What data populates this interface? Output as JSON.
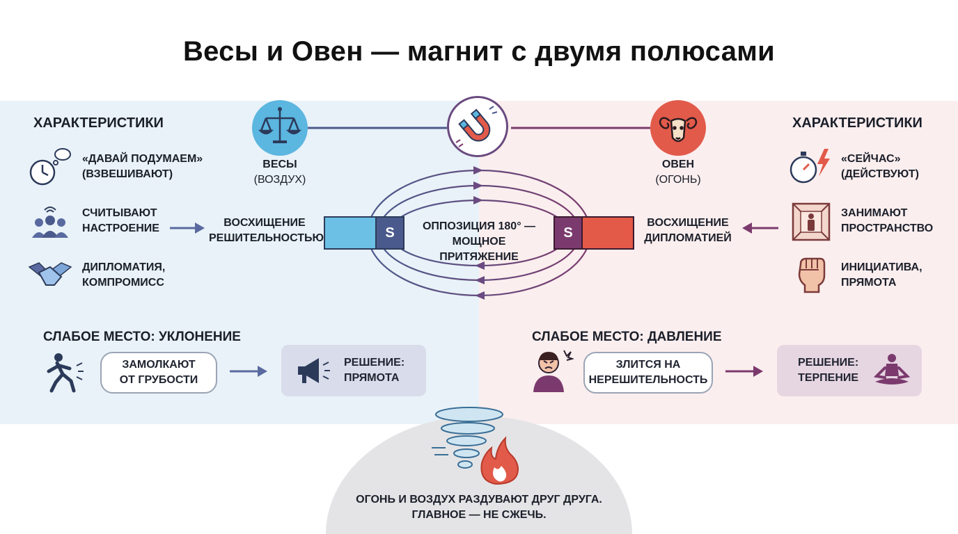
{
  "title": "Весы и Овен — магнит с двумя полюсами",
  "colors": {
    "left_bg": "#e8f2f8",
    "right_bg": "#fbeeee",
    "air_blue": "#5bb6e0",
    "fire_red": "#e05a4a",
    "purple": "#7b3a6e",
    "navy": "#4a5a8c"
  },
  "left": {
    "heading": "ХАРАКТЕРИСТИКИ",
    "sign_name": "ВЕСЫ",
    "sign_element": "(ВОЗДУХ)",
    "features": [
      {
        "icon": "clock-thought-icon",
        "line1": "«ДАВАЙ ПОДУМАЕМ»",
        "line2": "(ВЗВЕШИВАЮТ)"
      },
      {
        "icon": "people-signal-icon",
        "line1": "СЧИТЫВАЮТ",
        "line2": "НАСТРОЕНИЕ"
      },
      {
        "icon": "handshake-icon",
        "line1": "ДИПЛОМАТИЯ,",
        "line2": "КОМПРОМИСС"
      }
    ],
    "admiration_line1": "ВОСХИЩЕНИЕ",
    "admiration_line2": "РЕШИТЕЛЬНОСТЬЮ",
    "weak_title": "СЛАБОЕ МЕСТО: УКЛОНЕНИЕ",
    "weak_line1": "ЗАМОЛКАЮТ",
    "weak_line2": "ОТ ГРУБОСТИ",
    "solution_line1": "РЕШЕНИЕ:",
    "solution_line2": "ПРЯМОТА"
  },
  "right": {
    "heading": "ХАРАКТЕРИСТИКИ",
    "sign_name": "ОВЕН",
    "sign_element": "(ОГОНЬ)",
    "features": [
      {
        "icon": "stopwatch-lightning-icon",
        "line1": "«СЕЙЧАС»",
        "line2": "(ДЕЙСТВУЮТ)"
      },
      {
        "icon": "person-in-space-icon",
        "line1": "ЗАНИМАЮТ",
        "line2": "ПРОСТРАНСТВО"
      },
      {
        "icon": "fist-icon",
        "line1": "ИНИЦИАТИВА,",
        "line2": "ПРЯМОТА"
      }
    ],
    "admiration_line1": "ВОСХИЩЕНИЕ",
    "admiration_line2": "ДИПЛОМАТИЕЙ",
    "weak_title": "СЛАБОЕ МЕСТО: ДАВЛЕНИЕ",
    "weak_line1": "ЗЛИТСЯ НА",
    "weak_line2": "НЕРЕШИТЕЛЬНОСТЬ",
    "solution_line1": "РЕШЕНИЕ:",
    "solution_line2": "ТЕРПЕНИЕ"
  },
  "center": {
    "pole_left": "S",
    "pole_right": "S",
    "opposition_line1": "ОППОЗИЦИЯ 180° —",
    "opposition_line2": "МОЩНОЕ ПРИТЯЖЕНИЕ"
  },
  "bottom": {
    "line1": "ОГОНЬ И ВОЗДУХ РАЗДУВАЮТ ДРУГ ДРУГА.",
    "line2": "ГЛАВНОЕ — НЕ СЖЕЧЬ."
  }
}
